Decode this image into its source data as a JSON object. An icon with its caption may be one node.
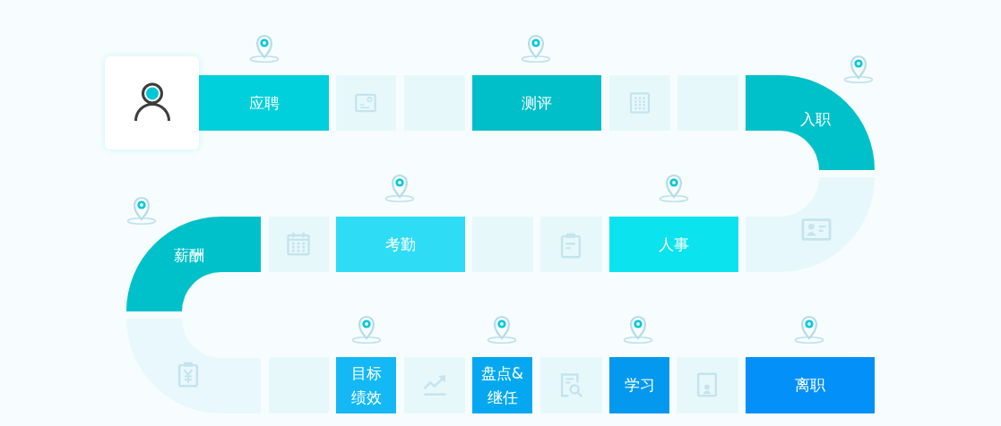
{
  "diagram": {
    "nodes": [
      {
        "text": [
          "应聘"
        ]
      },
      {
        "text": [
          "测评"
        ]
      },
      {
        "text": [
          "入职"
        ]
      },
      {
        "text": [
          "薪酬"
        ]
      },
      {
        "text": [
          "考勤"
        ]
      },
      {
        "text": [
          "人事"
        ]
      },
      {
        "text": [
          "目标绩效"
        ]
      },
      {
        "text": [
          "盘点&继任"
        ]
      },
      {
        "text": [
          "学习"
        ]
      },
      {
        "text": [
          "离职"
        ]
      }
    ]
  }
}
